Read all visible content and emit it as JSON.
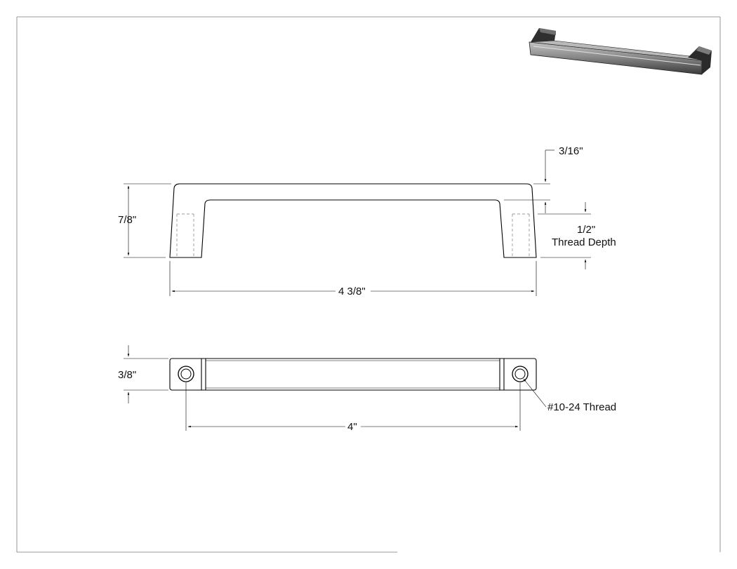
{
  "dimensions": {
    "height_front": "7/8\"",
    "wall_thickness": "3/16\"",
    "thread_depth_value": "1/2\"",
    "thread_depth_label": "Thread Depth",
    "overall_length": "4 3/8\"",
    "width_top": "3/8\"",
    "center_to_center": "4\"",
    "thread_spec": "#10-24 Thread"
  },
  "colors": {
    "line": "#000000",
    "hidden_line": "#9a9a9a",
    "frame": "#7a7a7a",
    "render_dark": "#2b2b2b",
    "render_mid": "#5a5a5a",
    "render_light": "#a8a8a8"
  },
  "icons": {
    "isometric_render": "cabinet-pull-3d-render"
  }
}
